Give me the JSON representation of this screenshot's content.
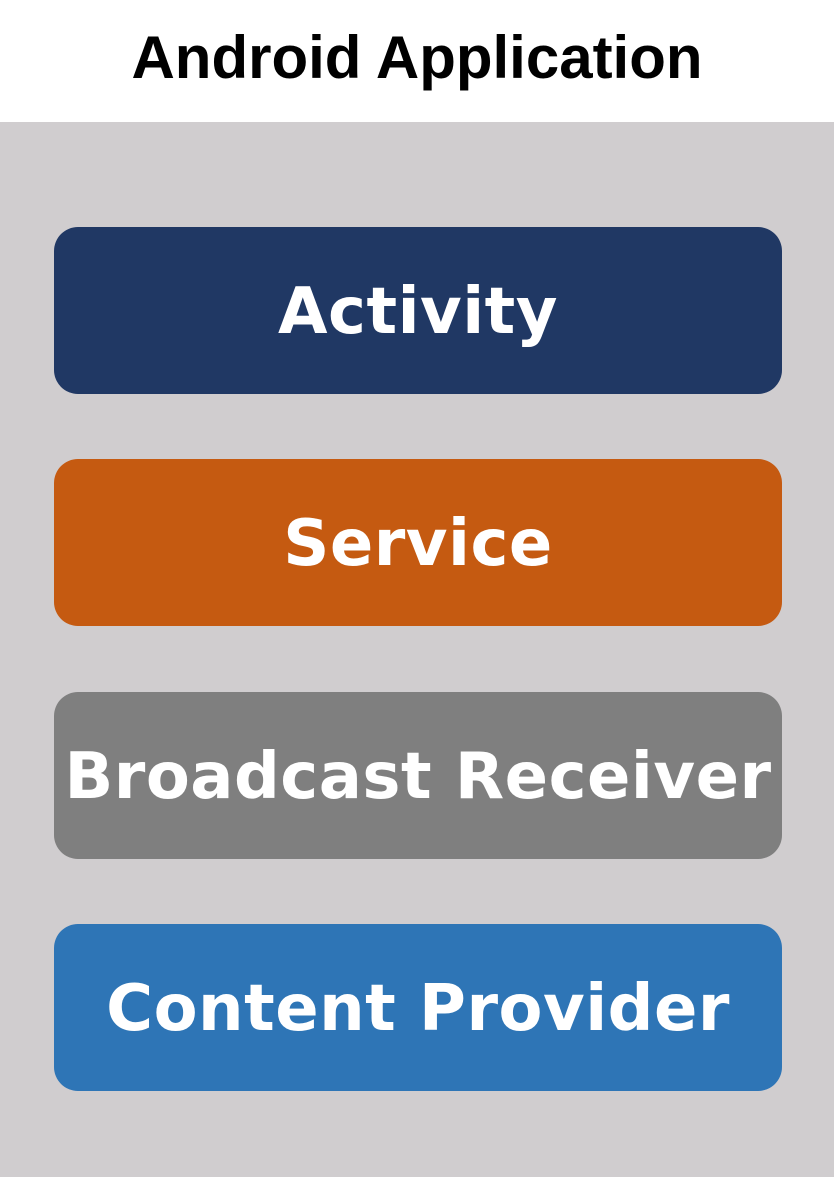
{
  "title": "Android Application",
  "components": [
    {
      "label": "Activity",
      "color": "#203864"
    },
    {
      "label": "Service",
      "color": "#c55a11"
    },
    {
      "label": "Broadcast Receiver",
      "color": "#7f7f7f"
    },
    {
      "label": "Content Provider",
      "color": "#2e75b6"
    }
  ],
  "colors": {
    "panel_background": "#d0cdcf",
    "page_background": "#ffffff",
    "label_text": "#ffffff"
  }
}
